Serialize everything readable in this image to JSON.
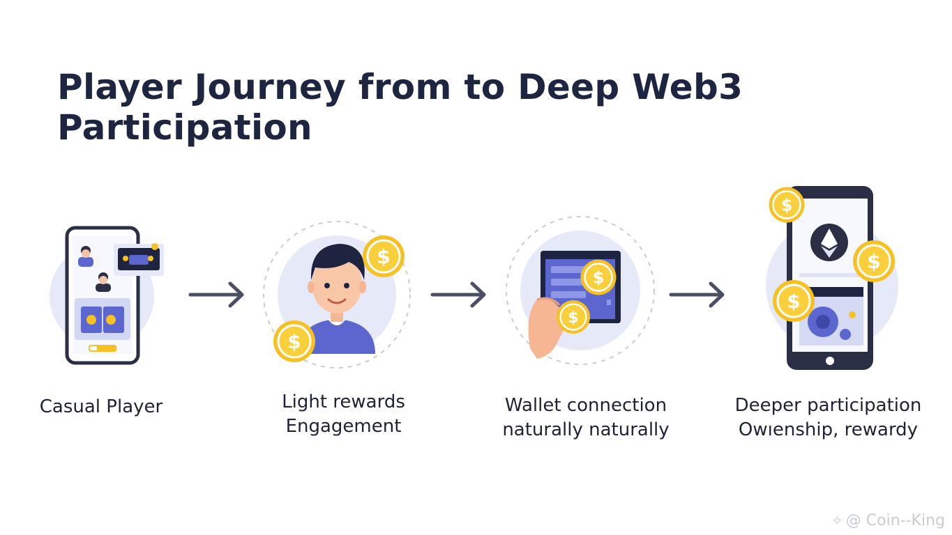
{
  "title": "Player Journey from to Deep Web3 Participation",
  "steps": [
    {
      "line1": "Casual Player",
      "line2": ""
    },
    {
      "line1": "Light rewards",
      "line2": "Engagement"
    },
    {
      "line1": "Wallet connection",
      "line2": "naturally naturally"
    },
    {
      "line1": "Deeper participation",
      "line2": "Owıenship, rewardy"
    }
  ],
  "coin_symbol": "$",
  "watermark": {
    "icon": "✧",
    "text": "@ Coin--King"
  },
  "colors": {
    "title": "#1d2540",
    "circle_bg": "#e6e9f8",
    "accent": "#5b67cf",
    "coin": "#f6c125",
    "coin_dark": "#e2a813",
    "arrow": "#4a4f66"
  }
}
